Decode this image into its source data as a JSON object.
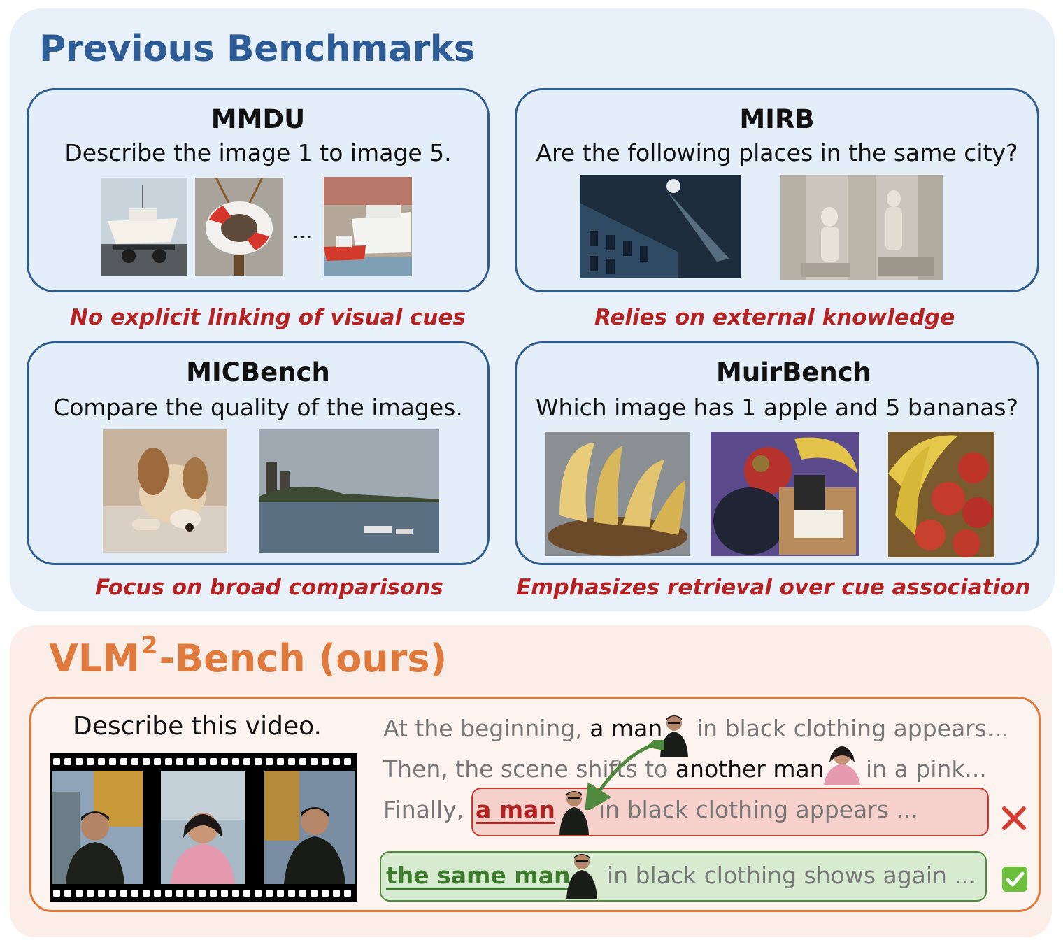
{
  "previous": {
    "title": "Previous Benchmarks",
    "cards": [
      {
        "name": "MMDU",
        "question": "Describe the image 1 to image 5.",
        "ellipsis": "...",
        "critique": "No explicit linking of visual cues"
      },
      {
        "name": "MIRB",
        "question": "Are the following places in the same city?",
        "critique": "Relies on external knowledge"
      },
      {
        "name": "MICBench",
        "question": "Compare the quality of the images.",
        "critique": "Focus on broad comparisons"
      },
      {
        "name": "MuirBench",
        "question": "Which image has 1 apple and 5 bananas?",
        "critique": "Emphasizes retrieval over cue association"
      }
    ]
  },
  "ours": {
    "title_prefix": "VLM",
    "title_sup": "2",
    "title_suffix": "-Bench",
    "title_paren": "(ours)",
    "prompt": "Describe this video.",
    "frame_ellipsis": "...",
    "line1": {
      "pre": "At the beginning,",
      "em": "a man",
      "post": "in black clothing appears..."
    },
    "line2": {
      "pre": "Then, the scene shifts to",
      "em": "another man",
      "post": "in a pink..."
    },
    "line3": {
      "pre": "Finally,",
      "wrong": "a man",
      "post": "in black clothing appears ..."
    },
    "line4": {
      "right": "the same man",
      "post": "in black clothing  shows again ..."
    },
    "wrong_mark_color": "#d63a2f",
    "right_mark_color": "#6bbf3a",
    "arrow_color": "#4f8a3f"
  }
}
